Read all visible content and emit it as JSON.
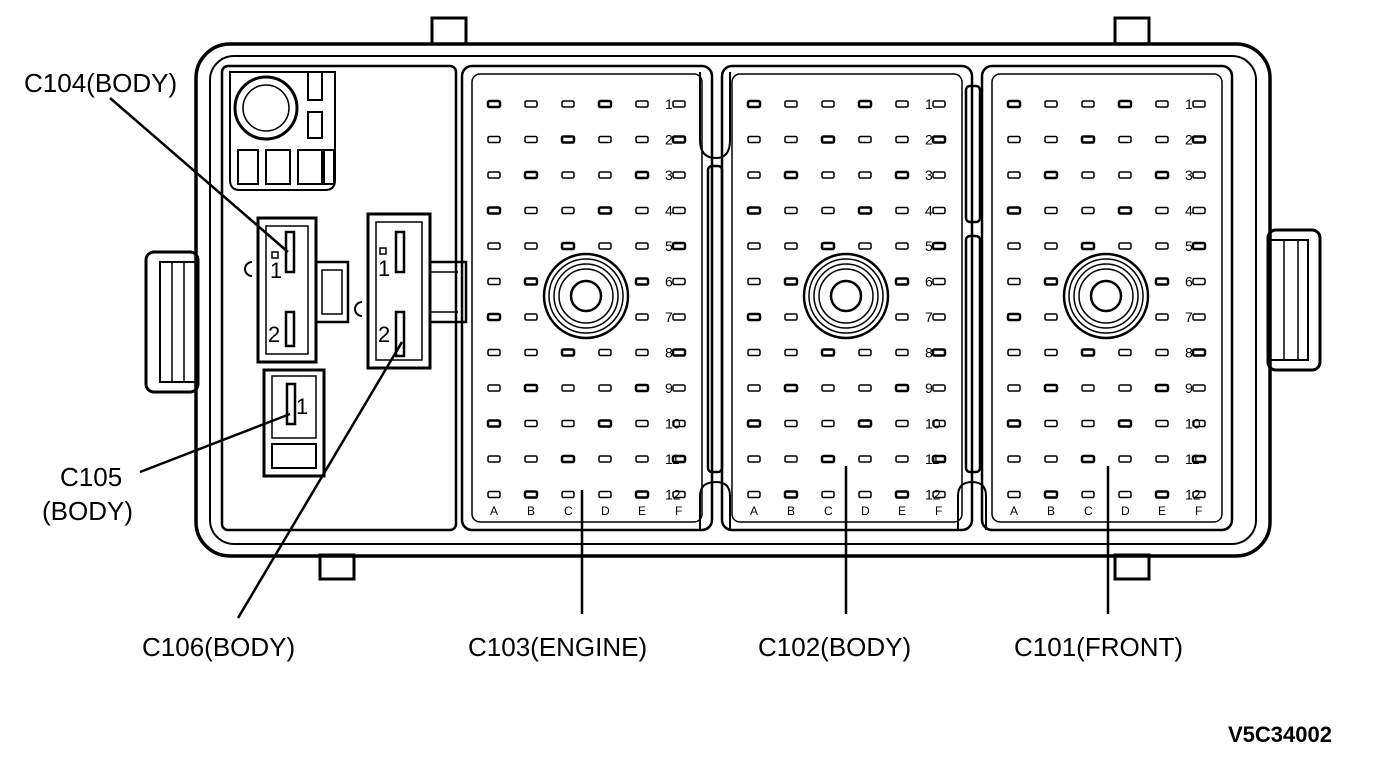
{
  "figure_id": "V5C34002",
  "labels": {
    "c104": "C104(BODY)",
    "c105_line1": "C105",
    "c105_line2": "(BODY)",
    "c106": "C106(BODY)",
    "c103": "C103(ENGINE)",
    "c102": "C102(BODY)",
    "c101": "C101(FRONT)"
  },
  "connectors": [
    {
      "id": "C103",
      "columns": [
        "A",
        "B",
        "C",
        "D",
        "E",
        "F"
      ],
      "rows": [
        "1",
        "2",
        "3",
        "4",
        "5",
        "6",
        "7",
        "8",
        "9",
        "10",
        "11",
        "12"
      ]
    },
    {
      "id": "C102",
      "columns": [
        "A",
        "B",
        "C",
        "D",
        "E",
        "F"
      ],
      "rows": [
        "1",
        "2",
        "3",
        "4",
        "5",
        "6",
        "7",
        "8",
        "9",
        "10",
        "11",
        "12"
      ]
    },
    {
      "id": "C101",
      "columns": [
        "A",
        "B",
        "C",
        "D",
        "E",
        "F"
      ],
      "rows": [
        "1",
        "2",
        "3",
        "4",
        "5",
        "6",
        "7",
        "8",
        "9",
        "10",
        "11",
        "12"
      ]
    }
  ],
  "small_connectors": {
    "c104_pins": [
      "1",
      "2"
    ],
    "c106_pins": [
      "1",
      "2"
    ],
    "c105_pins": [
      "1"
    ]
  }
}
